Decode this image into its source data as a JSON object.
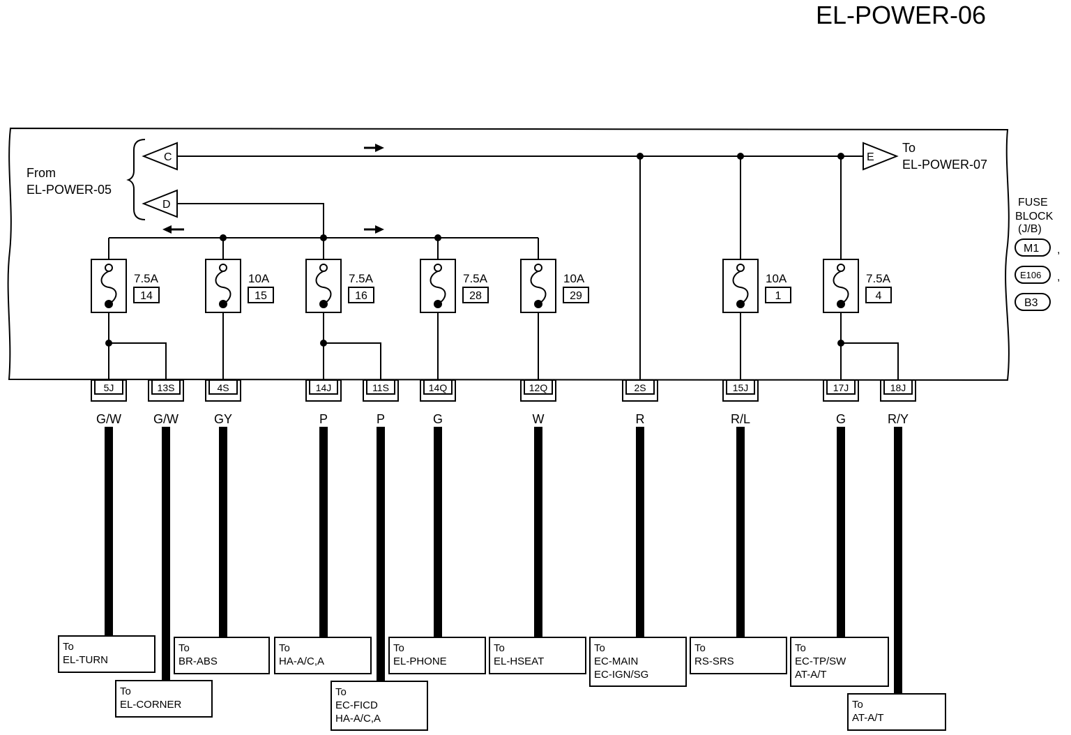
{
  "page": {
    "title": "EL-POWER-06"
  },
  "from": {
    "label": "From",
    "page": "EL-POWER-05"
  },
  "to": {
    "label": "To",
    "page": "EL-POWER-07"
  },
  "ports": {
    "c": "C",
    "d": "D",
    "e": "E"
  },
  "fuse_block": {
    "lines": [
      "FUSE",
      "BLOCK",
      "(J/B)"
    ],
    "connectors": [
      "M1",
      "E106",
      "B3"
    ],
    "separator": ","
  },
  "fuses": [
    {
      "amp": "7.5A",
      "num": "14"
    },
    {
      "amp": "10A",
      "num": "15"
    },
    {
      "amp": "7.5A",
      "num": "16"
    },
    {
      "amp": "7.5A",
      "num": "28"
    },
    {
      "amp": "10A",
      "num": "29"
    },
    {
      "amp": "10A",
      "num": "1"
    },
    {
      "amp": "7.5A",
      "num": "4"
    }
  ],
  "connectors": [
    {
      "id": "5J",
      "wire": "G/W",
      "dest": [
        "To",
        "EL-TURN"
      ]
    },
    {
      "id": "13S",
      "wire": "G/W",
      "dest": [
        "To",
        "EL-CORNER"
      ]
    },
    {
      "id": "4S",
      "wire": "GY",
      "dest": [
        "To",
        "BR-ABS"
      ]
    },
    {
      "id": "14J",
      "wire": "P",
      "dest": [
        "To",
        "HA-A/C,A"
      ]
    },
    {
      "id": "11S",
      "wire": "P",
      "dest": [
        "To",
        "EC-FICD",
        "HA-A/C,A"
      ]
    },
    {
      "id": "14Q",
      "wire": "G",
      "dest": [
        "To",
        "EL-PHONE"
      ]
    },
    {
      "id": "12Q",
      "wire": "W",
      "dest": [
        "To",
        "EL-HSEAT"
      ]
    },
    {
      "id": "2S",
      "wire": "R",
      "dest": [
        "To",
        "EC-MAIN",
        "EC-IGN/SG"
      ]
    },
    {
      "id": "15J",
      "wire": "R/L",
      "dest": [
        "To",
        "RS-SRS"
      ]
    },
    {
      "id": "17J",
      "wire": "G",
      "dest": [
        "To",
        "EC-TP/SW",
        "AT-A/T"
      ]
    },
    {
      "id": "18J",
      "wire": "R/Y",
      "dest": [
        "To",
        "AT-A/T"
      ]
    }
  ]
}
